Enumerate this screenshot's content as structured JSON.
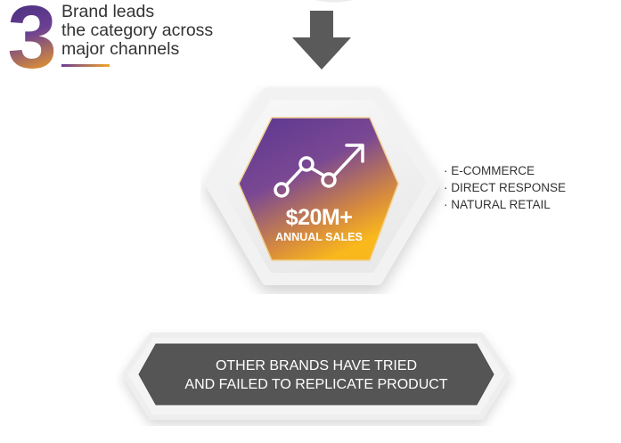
{
  "step": {
    "number": "3",
    "heading_lines": [
      "Brand leads",
      "the category across",
      "major channels"
    ]
  },
  "highlight": {
    "value": "$20M+",
    "label": "ANNUAL SALES",
    "icon": "trend-up-chart-icon"
  },
  "channels": [
    "E-COMMERCE",
    "DIRECT RESPONSE",
    "NATURAL RETAIL"
  ],
  "banner": {
    "lines": [
      "OTHER BRANDS HAVE TRIED",
      "AND FAILED TO REPLICATE PRODUCT"
    ]
  },
  "colors": {
    "purple": "#6a3f93",
    "gold": "#f7b71f",
    "gray_dark": "#555555",
    "text": "#333333"
  }
}
